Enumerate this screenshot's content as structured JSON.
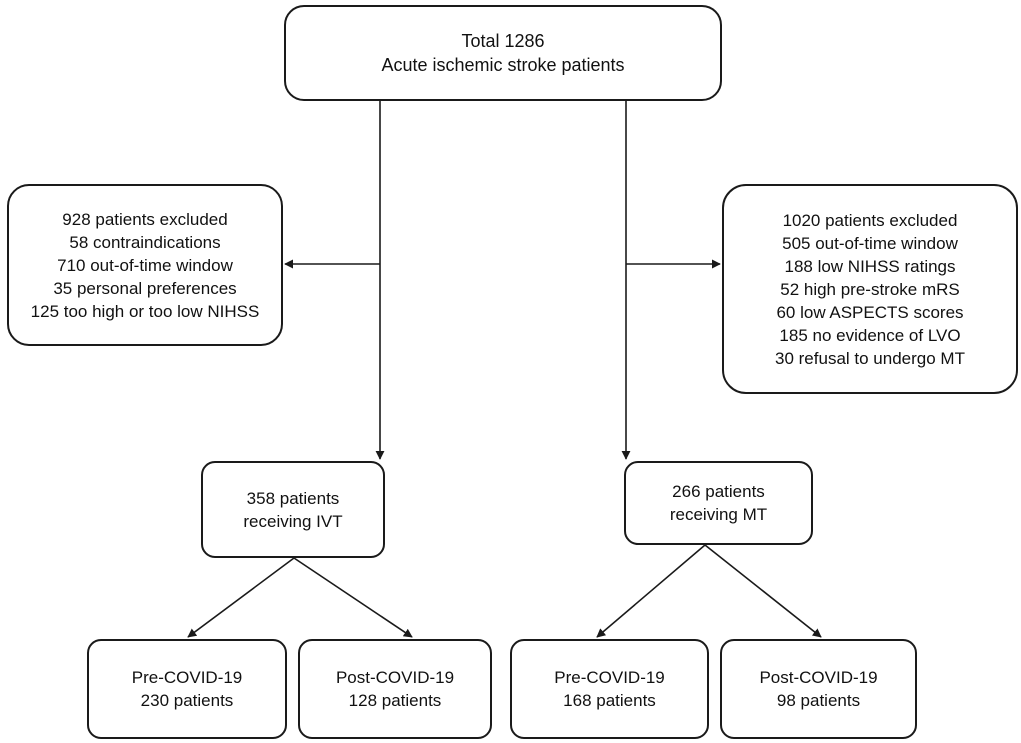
{
  "nodes": {
    "total": [
      "Total 1286",
      "Acute ischemic stroke patients"
    ],
    "excluded_ivt": [
      "928 patients excluded",
      "58 contraindications",
      "710 out-of-time window",
      "35 personal preferences",
      "125 too high or too low NIHSS"
    ],
    "excluded_mt": [
      "1020 patients excluded",
      "505 out-of-time window",
      "188 low NIHSS ratings",
      "52 high pre-stroke mRS",
      "60 low ASPECTS scores",
      "185 no evidence of LVO",
      "30 refusal to undergo MT"
    ],
    "ivt": [
      "358 patients",
      "receiving IVT"
    ],
    "mt": [
      "266 patients",
      "receiving MT"
    ],
    "ivt_pre": [
      "Pre-COVID-19",
      "230 patients"
    ],
    "ivt_post": [
      "Post-COVID-19",
      "128 patients"
    ],
    "mt_pre": [
      "Pre-COVID-19",
      "168 patients"
    ],
    "mt_post": [
      "Post-COVID-19",
      "98 patients"
    ]
  },
  "colors": {
    "stroke": "#1a1a1a",
    "background": "#ffffff"
  }
}
